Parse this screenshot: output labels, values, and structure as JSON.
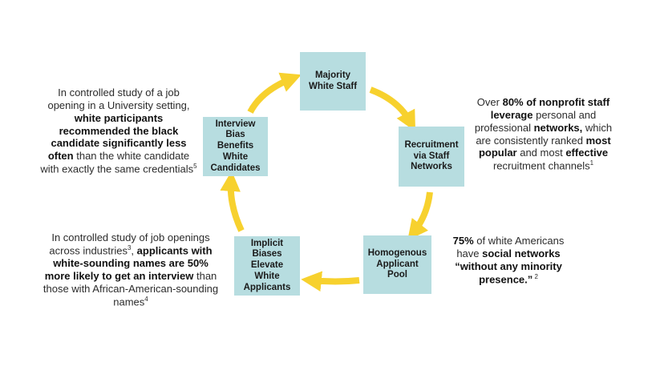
{
  "colors": {
    "box_fill": "#b7dde0",
    "arrow": "#f7d12e",
    "text": "#2b2b2b"
  },
  "boxes": {
    "majority_white_staff": "Majority\nWhite Staff",
    "recruitment_via_staff_networks": "Recruitment\nvia Staff\nNetworks",
    "homogenous_applicant_pool": "Homogenous\nApplicant\nPool",
    "implicit_biases": "Implicit\nBiases\nElevate White\nApplicants",
    "interview_bias": "Interview Bias\nBenefits\nWhite\nCandidates"
  },
  "notes": {
    "university_study": {
      "t1": "In controlled study of a job opening in a University setting, ",
      "b1": "white participants recommended the black candidate significantly less often",
      "t2": " than the white candidate with exactly the same credentials",
      "sup": "5"
    },
    "networks": {
      "t1": "Over ",
      "b1": "80% of nonprofit staff leverage",
      "t2": " personal and professional ",
      "b2": "networks,",
      "t3": " which are consistently ranked ",
      "b3": "most popular",
      "t4": " and most ",
      "b4": "effective",
      "t5": " recruitment channels",
      "sup": "1"
    },
    "names_study": {
      "t1": "In controlled study of job openings across industries",
      "sup1": "3",
      "t2": ", ",
      "b1": "applicants with white-sounding names are 50% more likely to get an interview",
      "t3": " than those with African-American-sounding names",
      "sup2": "4"
    },
    "social_networks": {
      "b1": "75%",
      "t1": " of white Americans have ",
      "b2": "social networks “without any minority presence.”",
      "sup": " 2"
    }
  }
}
